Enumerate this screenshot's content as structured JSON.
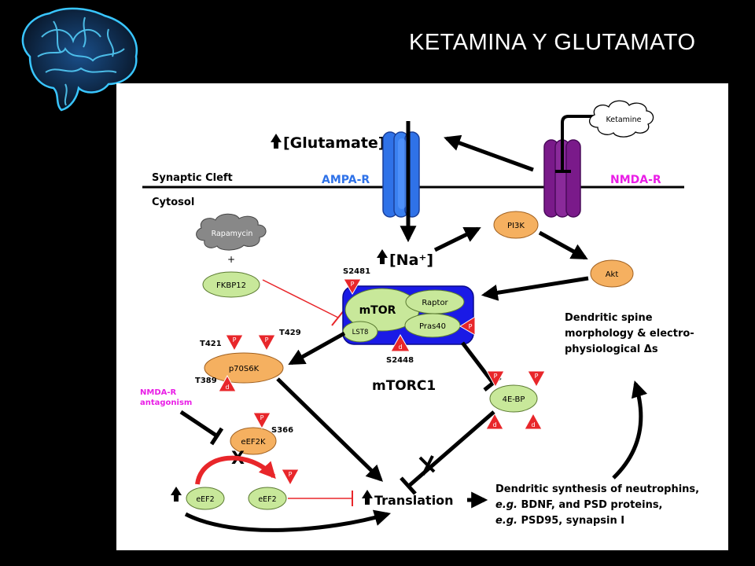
{
  "slide": {
    "title": "KETAMINA Y GLUTAMATO"
  },
  "icons": {
    "logo": "brain-icon"
  },
  "colors": {
    "ampa": "#2f72e8",
    "nmda": "#7a1a8a",
    "mtorc_box": "#1a1ae6",
    "green": "#c8e89a",
    "orange": "#f5b060",
    "red": "#e8262a",
    "magenta": "#e91ee6"
  },
  "diagram": {
    "glutamate": "[Glutamate]",
    "synaptic_cleft": "Synaptic Cleft",
    "cytosol": "Cytosol",
    "ampa": "AMPA-R",
    "nmda": "NMDA-R",
    "ketamine": "Ketamine",
    "na": "[Na⁺]",
    "pi3k": "PI3K",
    "akt": "Akt",
    "rapamycin": "Rapamycin",
    "plus": "+",
    "fkbp12": "FKBP12",
    "s2481": "S2481",
    "mtor": "mTOR",
    "raptor": "Raptor",
    "pras40": "Pras40",
    "lst8": "LST8",
    "s2448": "S2448",
    "mtorc1": "mTORC1",
    "t421": "T421",
    "t429": "T429",
    "t389": "T389",
    "p70s6k": "p70S6K",
    "nmda_antagonism_1": "NMDA-R",
    "nmda_antagonism_2": "antagonism",
    "eef2k": "eEF2K",
    "s366": "S366",
    "x_mark": "X",
    "eef2_a": "eEF2",
    "eef2_b": "eEF2",
    "translation": "Translation",
    "fourebp": "4E-BP",
    "spine_1": "Dendritic spine",
    "spine_2": "morphology & electro-",
    "spine_3": "physiological Δs",
    "synth_1": "Dendritic synthesis of neutrophins,",
    "synth_2a": "e.g.",
    "synth_2b": " BDNF, and PSD proteins,",
    "synth_3a": "e.g.",
    "synth_3b": " PSD95, synapsin I",
    "p": "P",
    "d": "d"
  }
}
